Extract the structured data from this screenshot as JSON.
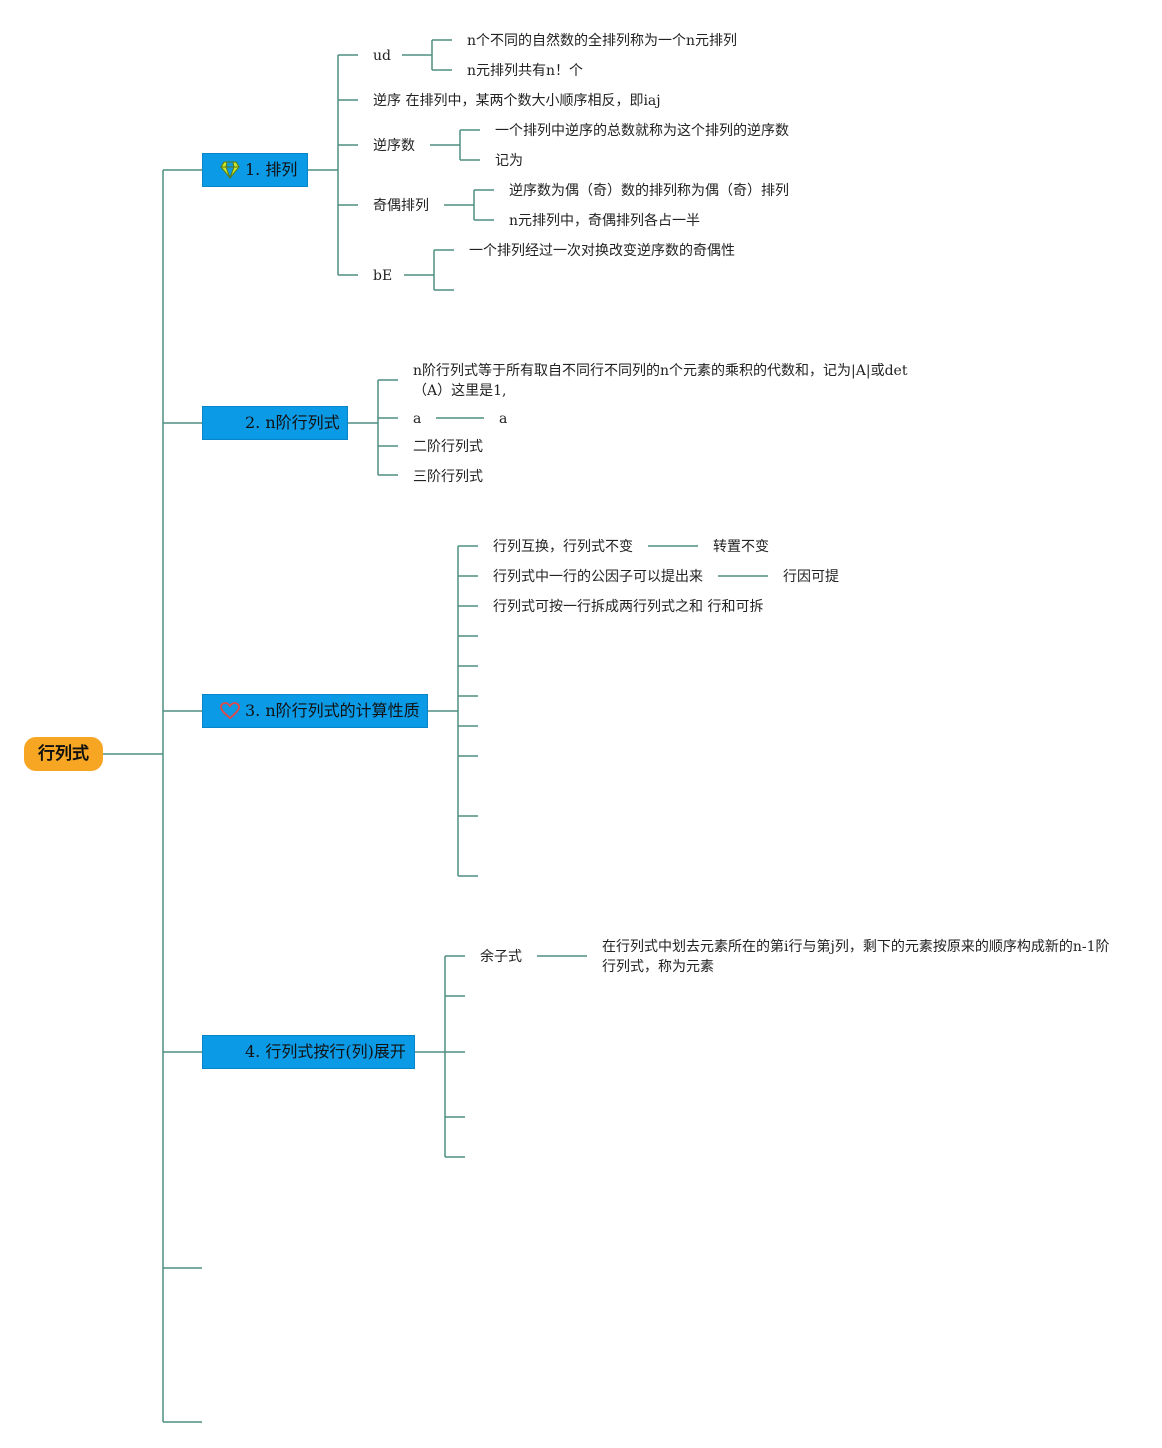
{
  "root": {
    "label": "行列式"
  },
  "branches": {
    "b1": {
      "label": "1. 排列",
      "icon": "diamond-icon",
      "icon_color": "#c8e830",
      "ud": {
        "label": "ud",
        "children": [
          "n个不同的自然数的全排列称为一个n元排列",
          "n元排列共有n！个"
        ]
      },
      "inversion": {
        "label": "逆序 在排列中，某两个数大小顺序相反，即iaj"
      },
      "inversion_number": {
        "label": "逆序数",
        "children": [
          "一个排列中逆序的总数就称为这个排列的逆序数",
          "记为"
        ]
      },
      "parity": {
        "label": "奇偶排列",
        "children": [
          "逆序数为偶（奇）数的排列称为偶（奇）排列",
          "n元排列中，奇偶排列各占一半"
        ]
      },
      "be": {
        "label": "bE",
        "children": [
          "一个排列经过一次对换改变逆序数的奇偶性"
        ]
      }
    },
    "b2": {
      "label": "2. n阶行列式",
      "definition": "n阶行列式等于所有取自不同行不同列的n个元素的乘积的代数和，记为|A|或det（A）这里是1,",
      "a_row": {
        "left": "a",
        "right": "a"
      },
      "second_order": "二阶行列式",
      "third_order": "三阶行列式"
    },
    "b3": {
      "label": "3. n阶行列式的计算性质",
      "icon": "heart-icon",
      "icon_color": "#e04848",
      "props": [
        {
          "text": "行列互换，行列式不变",
          "note": "转置不变"
        },
        {
          "text": "行列式中一行的公因子可以提出来",
          "note": "行因可提"
        },
        {
          "text": "行列式可按一行拆成两行列式之和 行和可拆"
        }
      ]
    },
    "b4": {
      "label": "4. 行列式按行(列)展开",
      "minor": {
        "label": "余子式",
        "text": "在行列式中划去元素所在的第i行与第j列，剩下的元素按原来的顺序构成新的n-1阶行列式，称为元素"
      }
    }
  },
  "colors": {
    "root": "#f6a623",
    "branch": "#0b9ae6",
    "line": "#4f8f80"
  }
}
